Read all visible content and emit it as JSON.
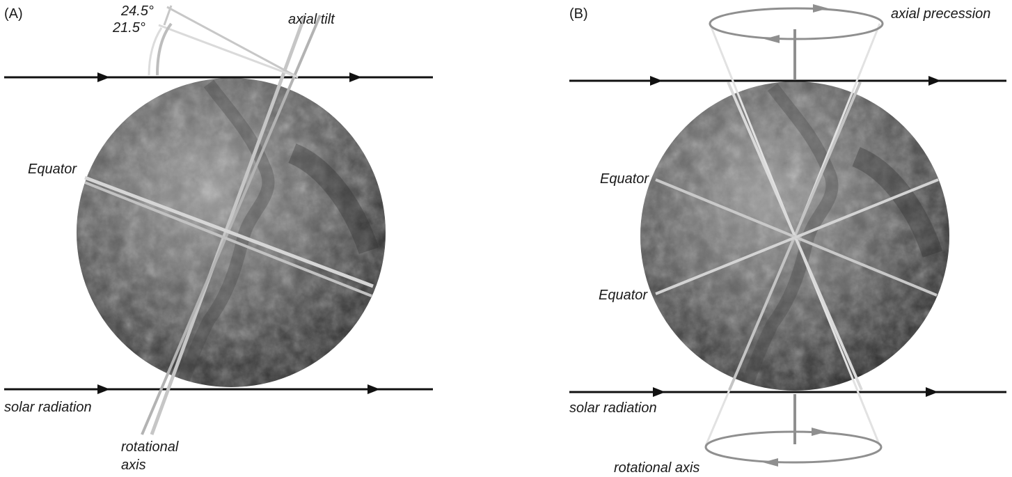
{
  "panel_a": {
    "tag": "(A)",
    "angle_max": "24.5°",
    "angle_min": "21.5°",
    "axial_tilt": "axial tilt",
    "equator": "Equator",
    "solar_radiation": "solar radiation",
    "rotational_axis_line1": "rotational",
    "rotational_axis_line2": "axis"
  },
  "panel_b": {
    "tag": "(B)",
    "axial_precession": "axial precession",
    "equator_upper": "Equator",
    "equator_lower": "Equator",
    "solar_radiation": "solar radiation",
    "rotational_axis": "rotational axis"
  },
  "colors": {
    "arrow": "#111111",
    "axis_light": "#d6d6d6",
    "axis_mid": "#b3b3b3",
    "precession": "#8f8f8f"
  }
}
